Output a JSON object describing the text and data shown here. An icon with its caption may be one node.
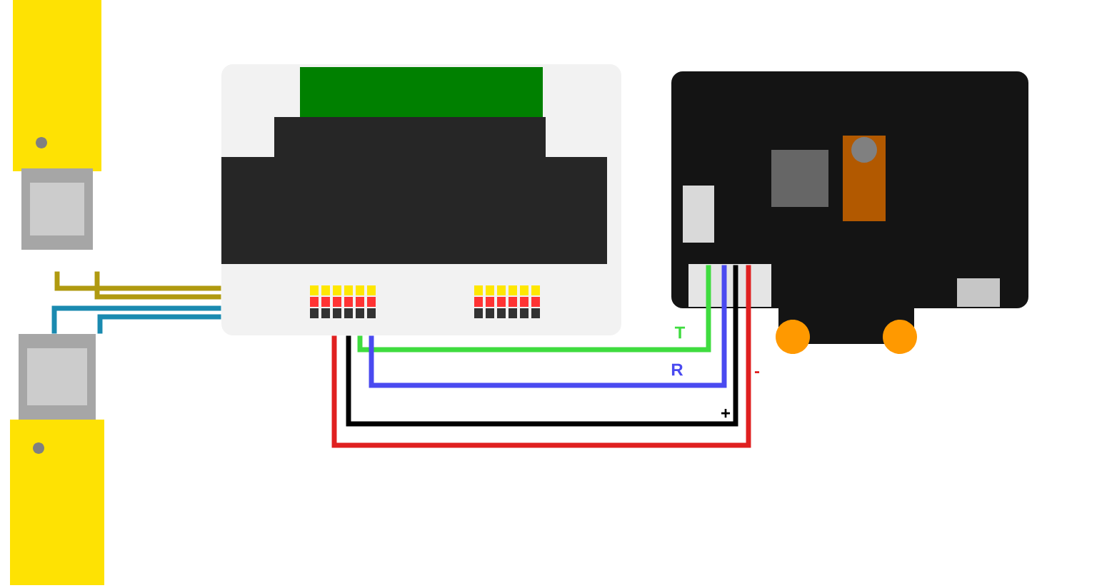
{
  "diagram": {
    "nodes": [
      {
        "text": [],
        "shape": "picture"
      },
      {
        "text": [],
        "shape": "picture"
      },
      {
        "text": [],
        "shape": "picture"
      },
      {
        "text": [],
        "shape": "picture"
      }
    ],
    "edges": [
      {
        "from": 0,
        "to": 2,
        "arrow": "none",
        "color": "#b09a10"
      },
      {
        "from": 1,
        "to": 2,
        "arrow": "none",
        "color": "#1a8ab0"
      },
      {
        "from": 2,
        "to": 3,
        "arrow": "none",
        "color": "#3fdc3f",
        "label": "T"
      },
      {
        "from": 2,
        "to": 3,
        "arrow": "none",
        "color": "#4a4af0",
        "label": "R"
      },
      {
        "from": 2,
        "to": 3,
        "arrow": "none",
        "color": "#000000",
        "label": "+"
      },
      {
        "from": 2,
        "to": 3,
        "arrow": "none",
        "color": "#e02020",
        "label": "-"
      }
    ]
  }
}
